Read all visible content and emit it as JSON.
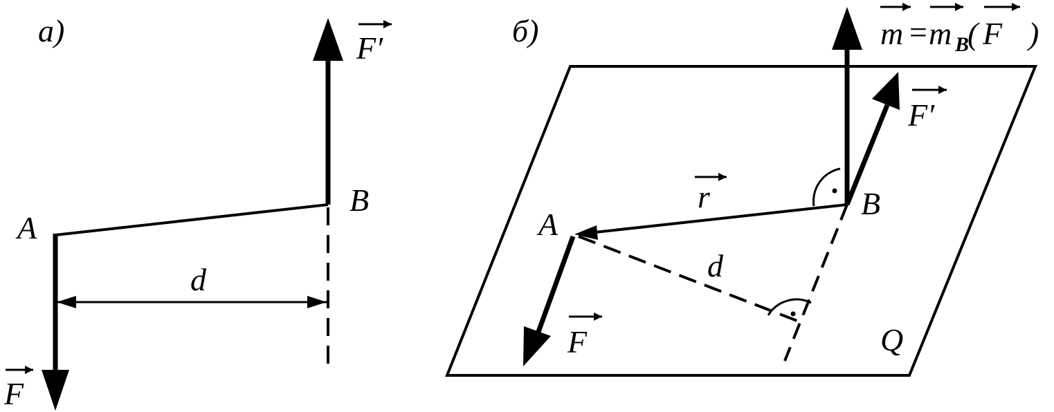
{
  "panel_a": {
    "label": "а)",
    "point_a": "A",
    "point_b": "B",
    "distance": "d",
    "force": "F",
    "force_prime": "F′"
  },
  "panel_b": {
    "label": "б)",
    "point_a": "A",
    "point_b": "B",
    "distance": "d",
    "radius_vector": "r",
    "force": "F",
    "force_prime": "F′",
    "plane": "Q",
    "moment_m": "m",
    "moment_eq": "=",
    "moment_m2": "m",
    "moment_sub": "B",
    "moment_open": "(",
    "moment_force": "F",
    "moment_close": ")"
  }
}
